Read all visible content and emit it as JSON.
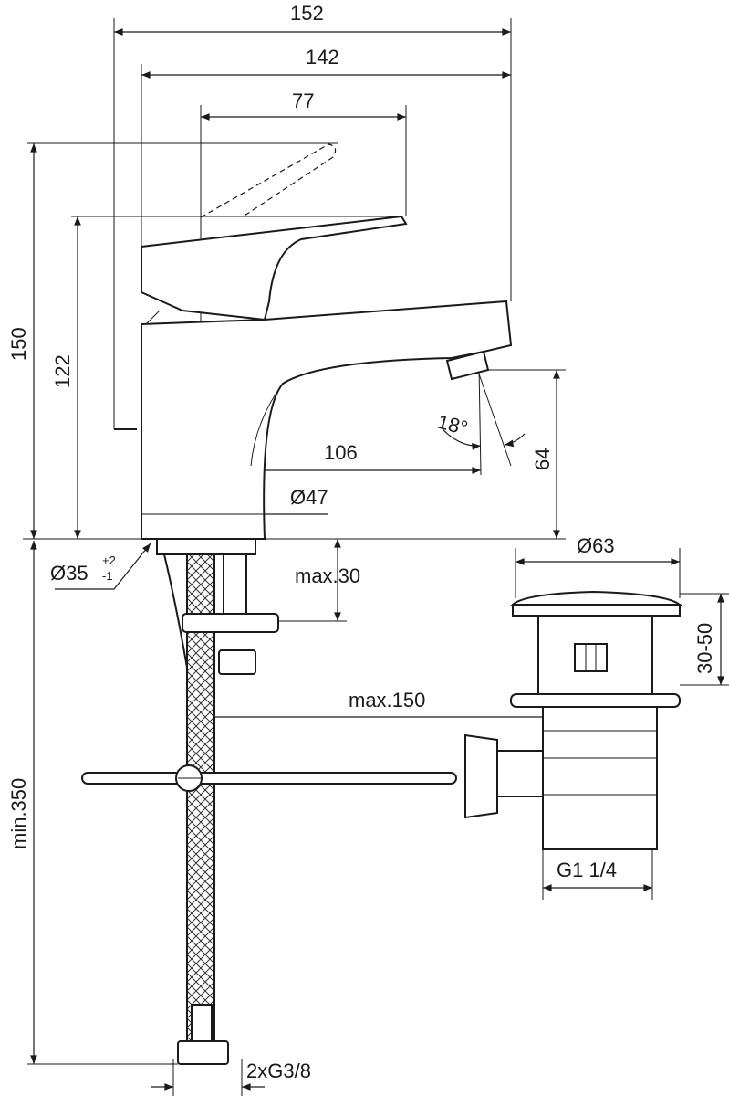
{
  "drawing": {
    "dimensions": {
      "overall_width": "152",
      "spout_reach": "142",
      "lever_width": "77",
      "total_height": "150",
      "lever_height": "122",
      "spout_angle": "18°",
      "hole_to_outlet": "106",
      "outlet_height": "64",
      "base_diameter": "Ø47",
      "hole_diameter": "Ø35",
      "hole_tol_upper": "+2",
      "hole_tol_lower": "-1",
      "max_deck_thickness": "max.30",
      "waste_diameter": "Ø63",
      "waste_range": "30-50",
      "rod_reach": "max.150",
      "hose_length": "min.350",
      "waste_thread": "G1 1/4",
      "hose_thread": "2xG3/8"
    },
    "colors": {
      "line": "#1a1a1a",
      "background": "#ffffff"
    }
  }
}
